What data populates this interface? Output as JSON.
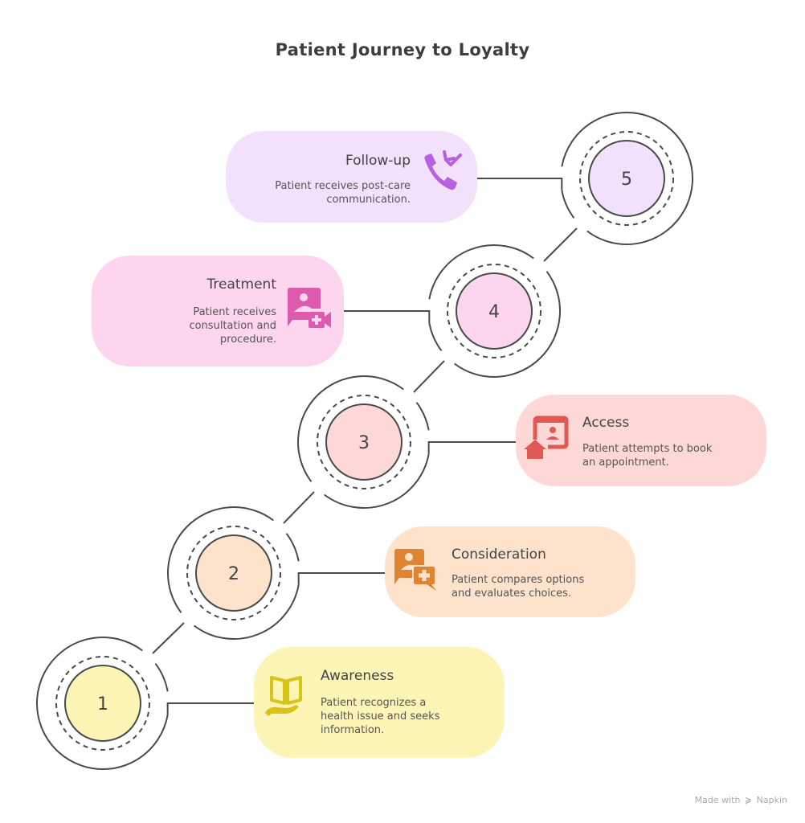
{
  "title": "Patient Journey to Loyalty",
  "steps": [
    {
      "number": "1",
      "title": "Awareness",
      "description_lines": [
        "Patient recognizes a",
        "health issue and seeks",
        "information."
      ],
      "icon": "open-book-hand-icon",
      "fill": "#fcf5b6",
      "icon_color": "#d9c21a"
    },
    {
      "number": "2",
      "title": "Consideration",
      "description_lines": [
        "Patient compares options",
        "and evaluates choices."
      ],
      "icon": "consult-chat-medical-icon",
      "fill": "#fde3cc",
      "icon_color": "#e08432"
    },
    {
      "number": "3",
      "title": "Access",
      "description_lines": [
        "Patient attempts to book",
        "an appointment."
      ],
      "icon": "booking-screen-home-icon",
      "fill": "#fed8d7",
      "icon_color": "#e05a55"
    },
    {
      "number": "4",
      "title": "Treatment",
      "description_lines": [
        "Patient receives",
        "consultation and",
        "procedure."
      ],
      "icon": "video-consultation-icon",
      "fill": "#fdd5ee",
      "icon_color": "#dd5aae"
    },
    {
      "number": "5",
      "title": "Follow-up",
      "description_lines": [
        "Patient receives post-care",
        "communication."
      ],
      "icon": "phone-callback-icon",
      "fill": "#f3e0fb",
      "icon_color": "#b860e0"
    }
  ],
  "footer": {
    "made_with": "Made with",
    "brand": "Napkin"
  }
}
